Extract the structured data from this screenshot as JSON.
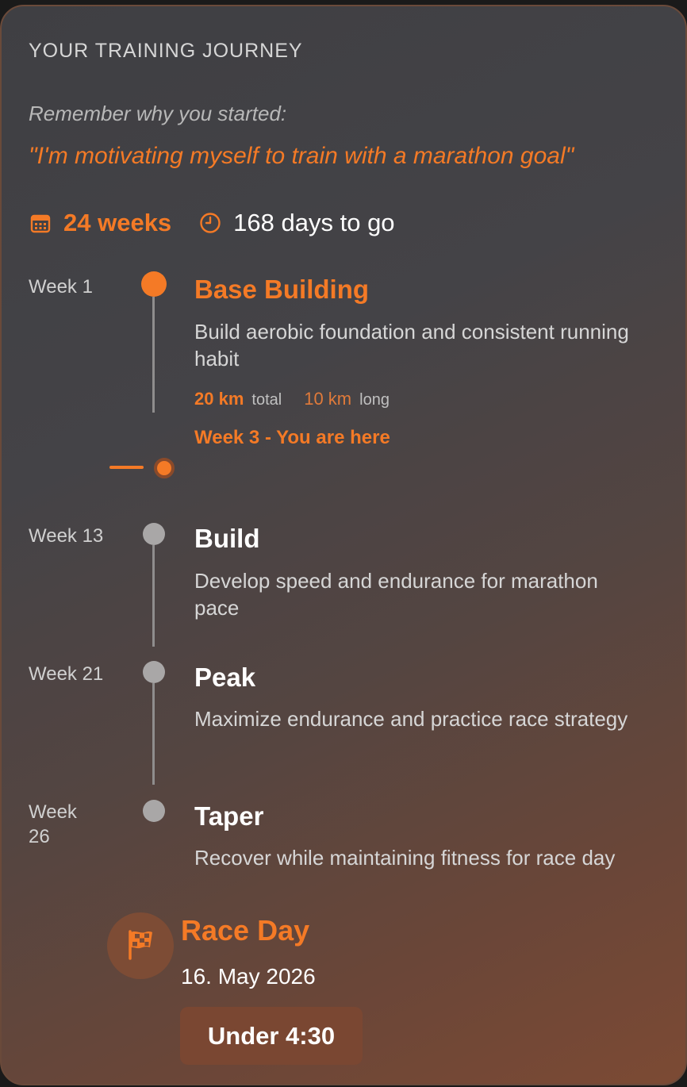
{
  "header": {
    "eyebrow": "YOUR TRAINING JOURNEY",
    "remember": "Remember why you started:",
    "quote": "\"I'm motivating myself to train with a marathon goal\""
  },
  "stats": {
    "weeks": "24 weeks",
    "days": "168 days to go",
    "weeks_icon": "calendar-icon",
    "days_icon": "clock-icon"
  },
  "timeline": {
    "phases": [
      {
        "week": "Week 1",
        "title": "Base Building",
        "description": "Build aerobic foundation and consistent running habit",
        "status": "active",
        "metrics": {
          "total_value": "20 km",
          "total_label": "total",
          "long_value": "10 km",
          "long_label": "long"
        }
      },
      {
        "week": "Week 13",
        "title": "Build",
        "description": "Develop speed and endurance for marathon pace",
        "status": "upcoming"
      },
      {
        "week": "Week 21",
        "title": "Peak",
        "description": "Maximize endurance and practice race strategy",
        "status": "upcoming"
      },
      {
        "week": "Week 26",
        "title": "Taper",
        "description": "Recover while maintaining fitness for race day",
        "status": "upcoming"
      }
    ],
    "current_marker": "Week 3 - You are here"
  },
  "race": {
    "icon": "checkered-flag-icon",
    "title": "Race Day",
    "date": "16. May 2026",
    "goal": "Under 4:30"
  },
  "colors": {
    "accent": "#f47a26",
    "muted_dot": "#a9a7a7",
    "line": "#8f8d8d"
  }
}
